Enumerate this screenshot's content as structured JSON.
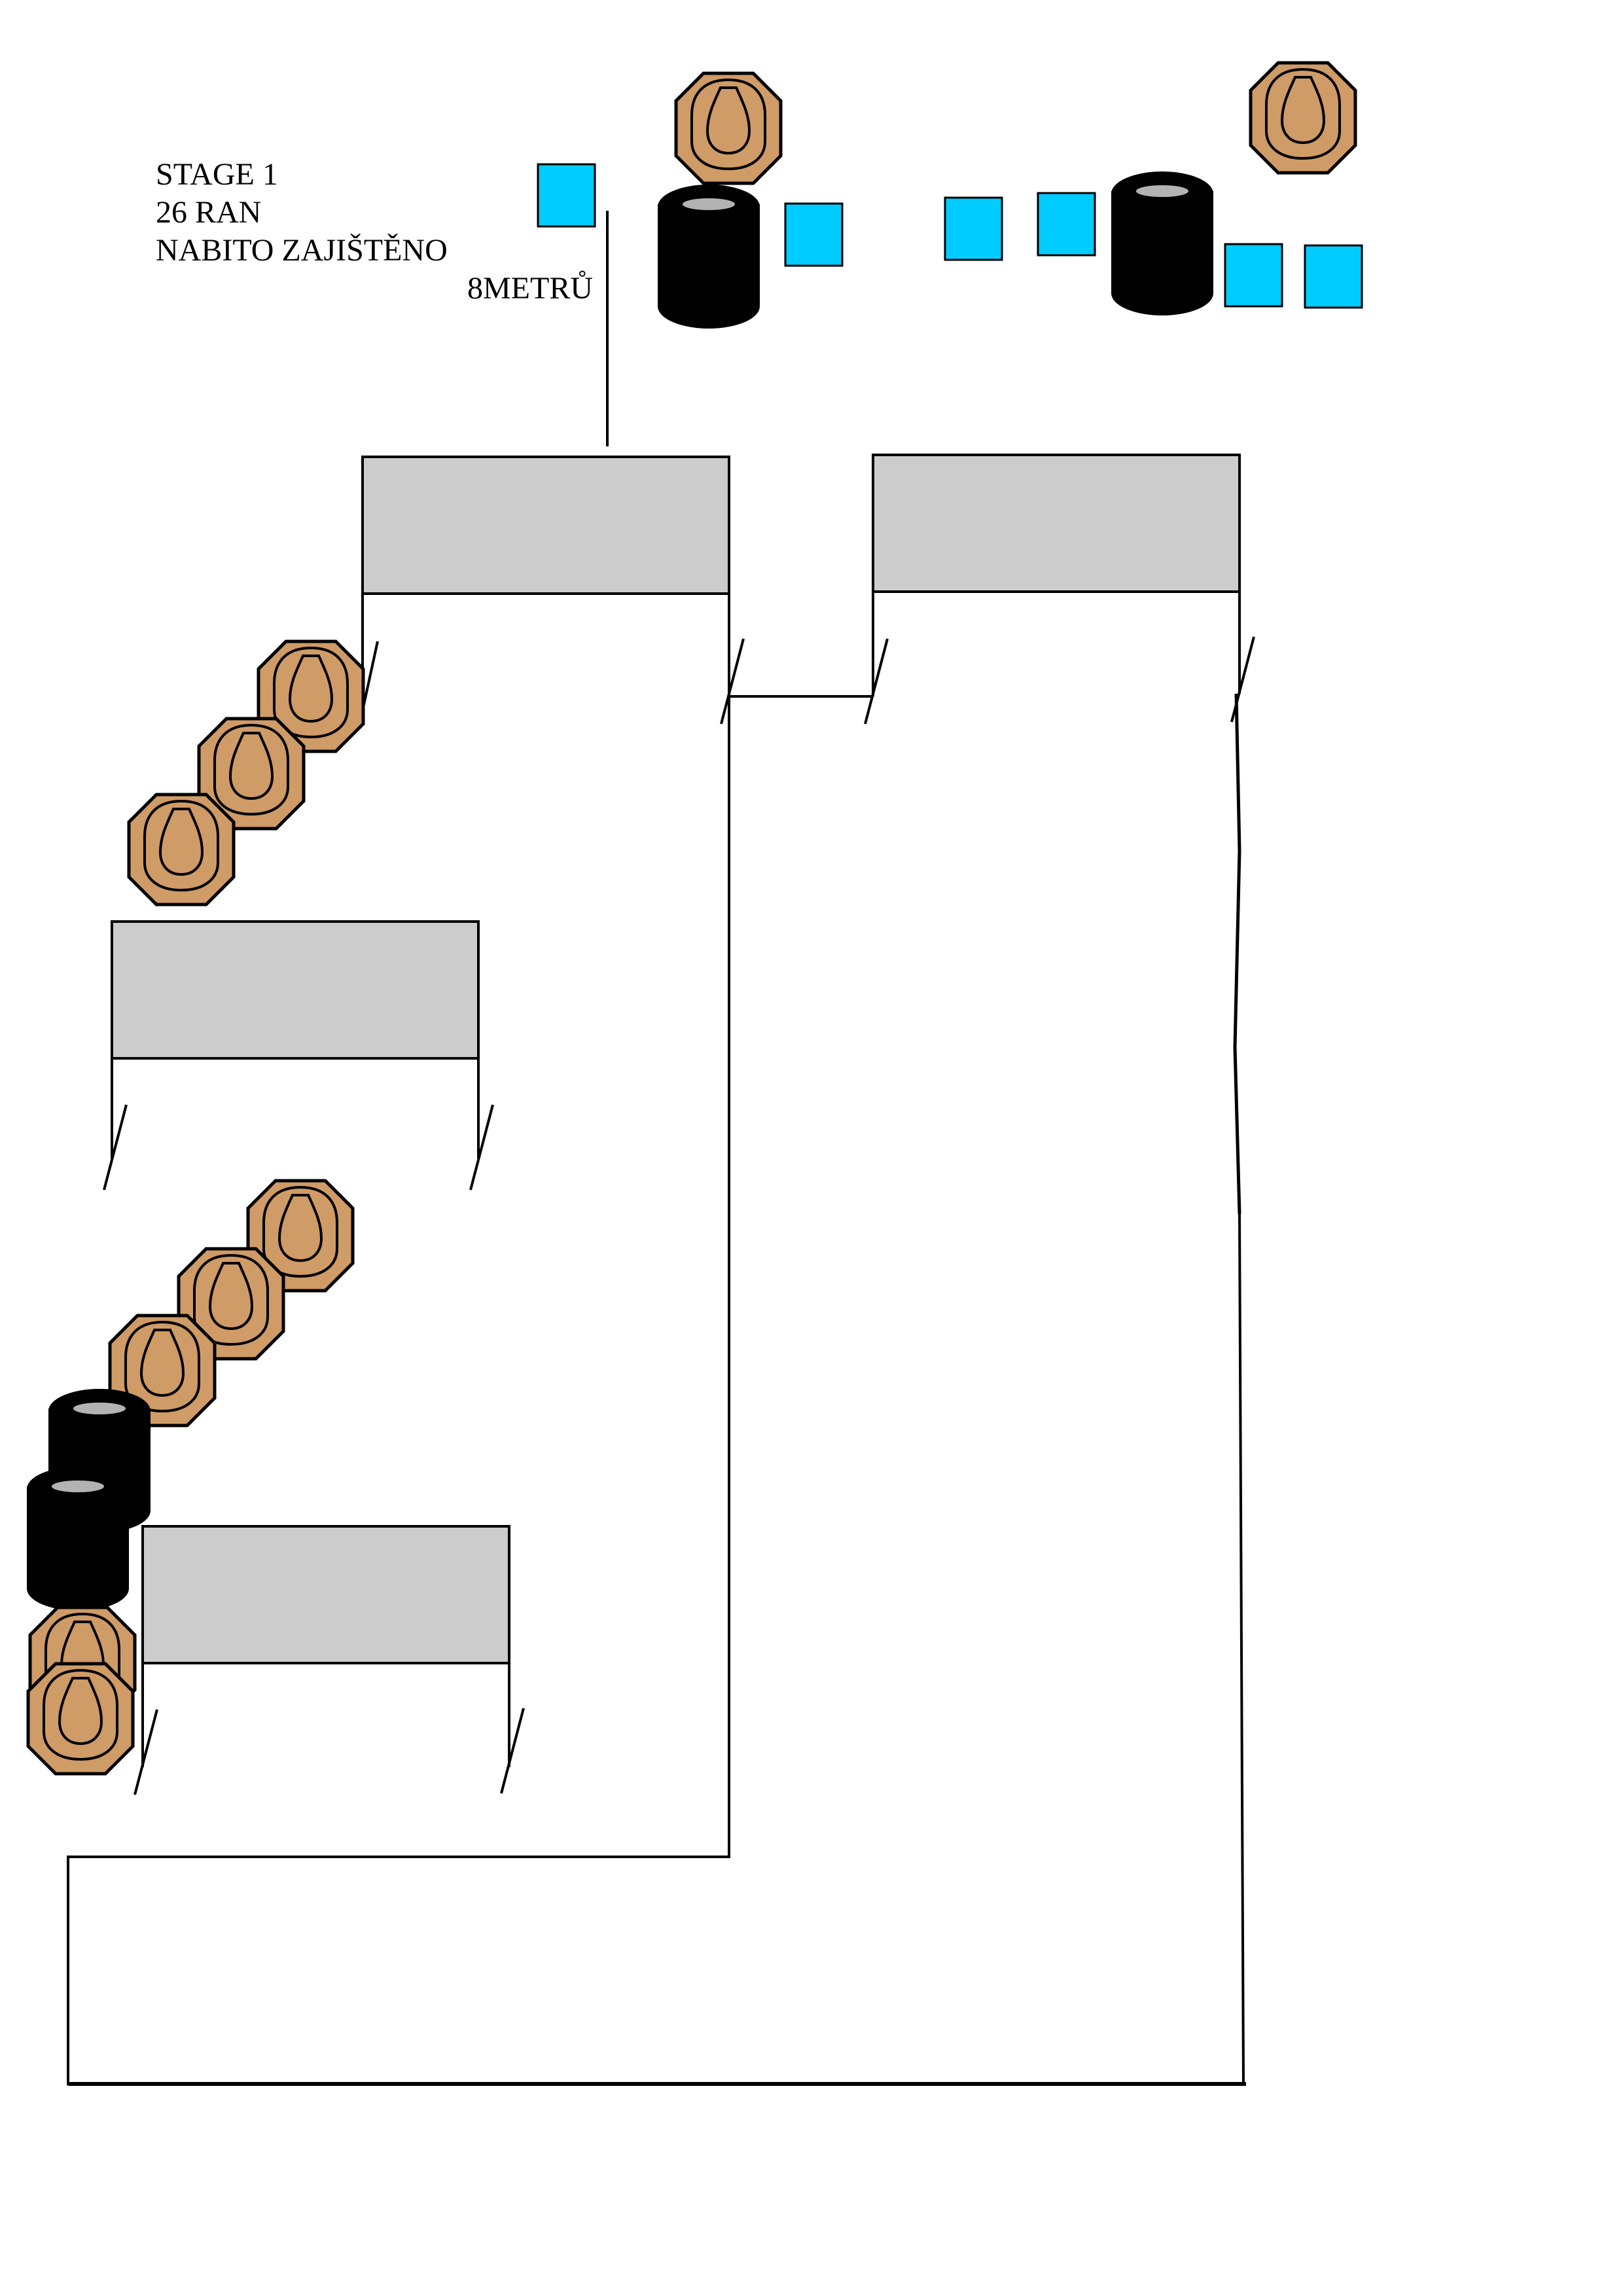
{
  "title_block": {
    "line1": "STAGE 1",
    "line2": "26 RAN",
    "line3": "NABITO ZAJIŠTĚNO"
  },
  "distance_label": "8METRŮ",
  "colors": {
    "target_fill": "#cf9b66",
    "popper_fill": "#00ccff",
    "barricade_fill": "#cccccc",
    "tire_fill": "#000000",
    "tire_highlight": "#b3b3b3",
    "line": "#000000",
    "background": "#ffffff"
  },
  "icons": {
    "target": "octagon-paper-target-icon",
    "popper": "steel-popper-icon",
    "tire_stack": "tire-stack-icon",
    "barricade": "barricade-wall-icon",
    "fault_line": "fault-line-icon"
  }
}
